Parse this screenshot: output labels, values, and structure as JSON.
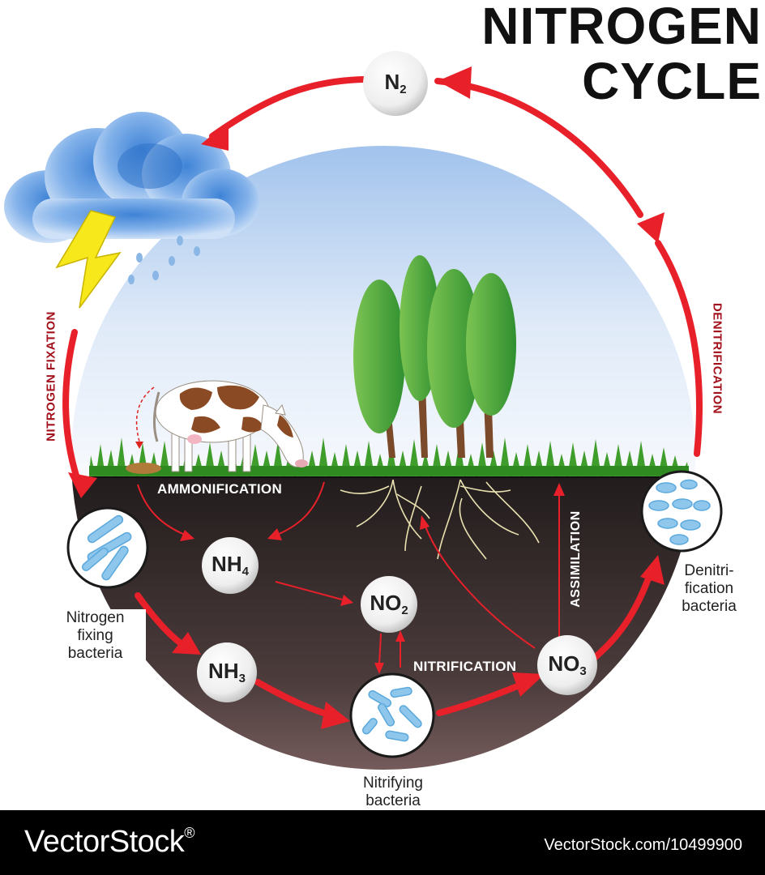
{
  "title": {
    "line1": "NITROGEN",
    "line2": "CYCLE"
  },
  "molecules": {
    "n2": {
      "base": "N",
      "sub": "2"
    },
    "nh4": {
      "base": "NH",
      "sub": "4"
    },
    "nh3": {
      "base": "NH",
      "sub": "3"
    },
    "no2": {
      "base": "NO",
      "sub": "2"
    },
    "no3": {
      "base": "NO",
      "sub": "3"
    }
  },
  "processes": {
    "nitrogen_fixation": "NITROGEN FIXATION",
    "denitrification": "DENITRIFICATION",
    "ammonification": "AMMONIFICATION",
    "nitrification": "NITRIFICATION",
    "assimilation": "ASSIMILATION"
  },
  "labels": {
    "nitrogen_fixing": "Nitrogen\nfixing\nbacteria",
    "denitrification_bacteria": "Denitri-\nfication\nbacteria",
    "nitrifying": "Nitrifying\nbacteria"
  },
  "colors": {
    "cycle_arrow": "#e8202a",
    "process_text_red": "#a3121c",
    "soil_dark": "#2e2626",
    "sky": "#b9d3f0",
    "grass": "#3f9e2b",
    "bacteria": "#5aa8dc"
  },
  "watermark": {
    "brand": "VectorStock",
    "registered": "®",
    "id": "VectorStock.com/10499900"
  }
}
